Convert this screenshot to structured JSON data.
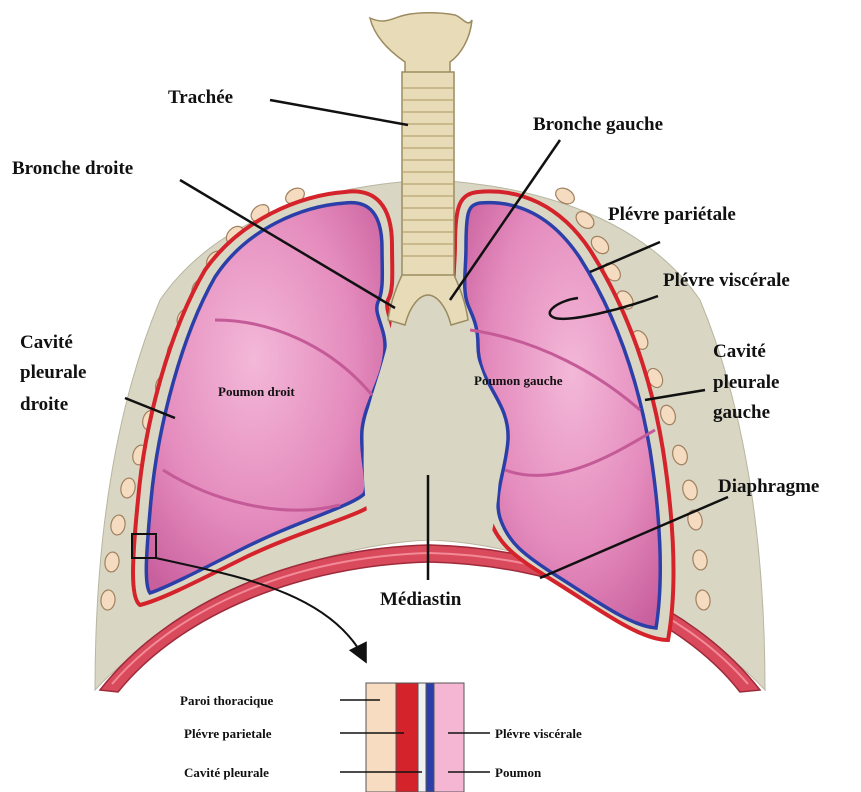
{
  "labels": {
    "trachee": "Trachée",
    "bronche_gauche": "Bronche gauche",
    "bronche_droite": "Bronche droite",
    "plevre_parietale": "Plévre pariétale",
    "plevre_viscerale": "Plévre viscérale",
    "cavite_droite": [
      "Cavité",
      "pleurale",
      "droite"
    ],
    "cavite_gauche": [
      "Cavité",
      "pleurale",
      "gauche"
    ],
    "diaphragme": "Diaphragme",
    "mediastin": "Médiastin",
    "poumon_droit": "Poumon droit",
    "poumon_gauche": "Poumon gauche"
  },
  "inset": {
    "left_labels": [
      "Paroi thoracique",
      "Plévre parietale",
      "Cavité pleurale"
    ],
    "right_labels": [
      "Plévre viscérale",
      "Poumon"
    ]
  },
  "colors": {
    "chest_wall": "#d9d7c4",
    "rib": "#f5dcc0",
    "lung": "#e58fbf",
    "parietal_pleura": "#d4232b",
    "visceral_pleura": "#2c3fa8",
    "diaphragm": "#d94a5c",
    "trachea": "#e8dcb8"
  }
}
